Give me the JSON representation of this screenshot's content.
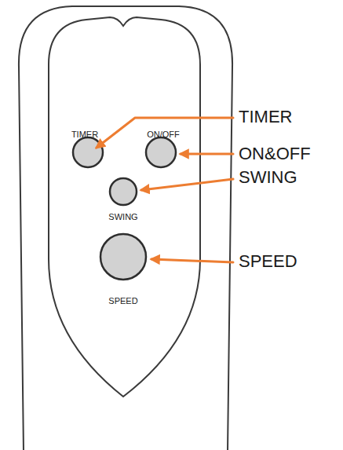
{
  "diagram": {
    "labels": [
      "TIMER",
      "ON/OFF",
      "SWING",
      "SPEED",
      "TIMER",
      "ON&OFF",
      "SWING",
      "SPEED"
    ]
  }
}
